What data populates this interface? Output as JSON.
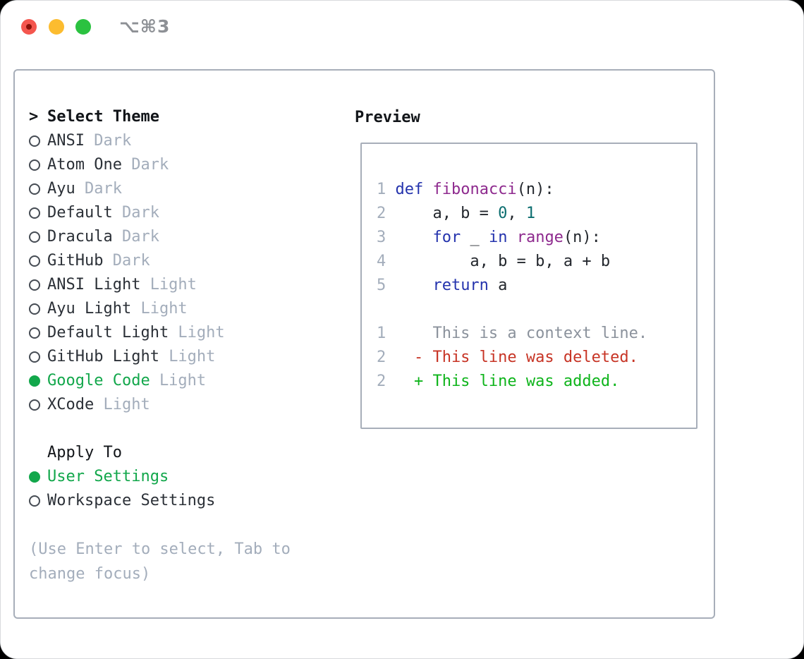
{
  "window": {
    "title": "⌥⌘3"
  },
  "colors": {
    "light-red": "#f4564e",
    "light-red-dot": "#8b1209",
    "light-yellow": "#fcbc2f",
    "light-green": "#2bc240",
    "border": "#a7aeb9",
    "header": "#121519",
    "item": "#2b3037",
    "ring": "#454b53",
    "green": "#12a74b",
    "muted": "#a3adbb",
    "lnum": "#a3adbb",
    "kwd": "#2433ad",
    "typ": "#8e2a8e",
    "lit": "#0b6d6f",
    "pln": "#23272d",
    "ctx": "#8b929c",
    "del": "#c73425",
    "add": "#0eb41b"
  },
  "sidebar": {
    "header": "Select Theme",
    "themes": [
      {
        "name": "ANSI",
        "variant": "Dark",
        "selected": false
      },
      {
        "name": "Atom One",
        "variant": "Dark",
        "selected": false
      },
      {
        "name": "Ayu",
        "variant": "Dark",
        "selected": false
      },
      {
        "name": "Default",
        "variant": "Dark",
        "selected": false
      },
      {
        "name": "Dracula",
        "variant": "Dark",
        "selected": false
      },
      {
        "name": "GitHub",
        "variant": "Dark",
        "selected": false
      },
      {
        "name": "ANSI Light",
        "variant": "Light",
        "selected": false
      },
      {
        "name": "Ayu Light",
        "variant": "Light",
        "selected": false
      },
      {
        "name": "Default Light",
        "variant": "Light",
        "selected": false
      },
      {
        "name": "GitHub Light",
        "variant": "Light",
        "selected": false
      },
      {
        "name": "Google Code",
        "variant": "Light",
        "selected": true
      },
      {
        "name": "XCode",
        "variant": "Light",
        "selected": false
      }
    ],
    "apply_to": {
      "header": "Apply To",
      "options": [
        {
          "name": "User Settings",
          "selected": true
        },
        {
          "name": "Workspace Settings",
          "selected": false
        }
      ]
    },
    "help": "(Use Enter to select, Tab to change focus)"
  },
  "preview": {
    "header": "Preview",
    "lines": [
      {
        "kind": "code",
        "num": "1",
        "tokens": [
          {
            "c": "kwd",
            "t": "def"
          },
          {
            "c": "pln",
            "t": " "
          },
          {
            "c": "typ",
            "t": "fibonacci"
          },
          {
            "c": "pln",
            "t": "(n):"
          }
        ]
      },
      {
        "kind": "code",
        "num": "2",
        "tokens": [
          {
            "c": "pln",
            "t": "    a, b = "
          },
          {
            "c": "lit",
            "t": "0"
          },
          {
            "c": "pln",
            "t": ", "
          },
          {
            "c": "lit",
            "t": "1"
          }
        ]
      },
      {
        "kind": "code",
        "num": "3",
        "tokens": [
          {
            "c": "pln",
            "t": "    "
          },
          {
            "c": "kwd",
            "t": "for"
          },
          {
            "c": "pln",
            "t": " _ "
          },
          {
            "c": "kwd",
            "t": "in"
          },
          {
            "c": "pln",
            "t": " "
          },
          {
            "c": "typ",
            "t": "range"
          },
          {
            "c": "pln",
            "t": "(n):"
          }
        ]
      },
      {
        "kind": "code",
        "num": "4",
        "tokens": [
          {
            "c": "pln",
            "t": "        a, b = b, a + b"
          }
        ]
      },
      {
        "kind": "code",
        "num": "5",
        "tokens": [
          {
            "c": "pln",
            "t": "    "
          },
          {
            "c": "kwd",
            "t": "return"
          },
          {
            "c": "pln",
            "t": " a"
          }
        ]
      },
      {
        "kind": "blank",
        "num": "",
        "tokens": []
      },
      {
        "kind": "diff-context",
        "num": "1",
        "tokens": [
          {
            "c": "ctx",
            "t": "    This is a context line."
          }
        ]
      },
      {
        "kind": "diff-deleted",
        "num": "2",
        "tokens": [
          {
            "c": "del",
            "t": "  - This line was deleted."
          }
        ]
      },
      {
        "kind": "diff-added",
        "num": "2",
        "tokens": [
          {
            "c": "add",
            "t": "  + This line was added."
          }
        ]
      }
    ]
  }
}
